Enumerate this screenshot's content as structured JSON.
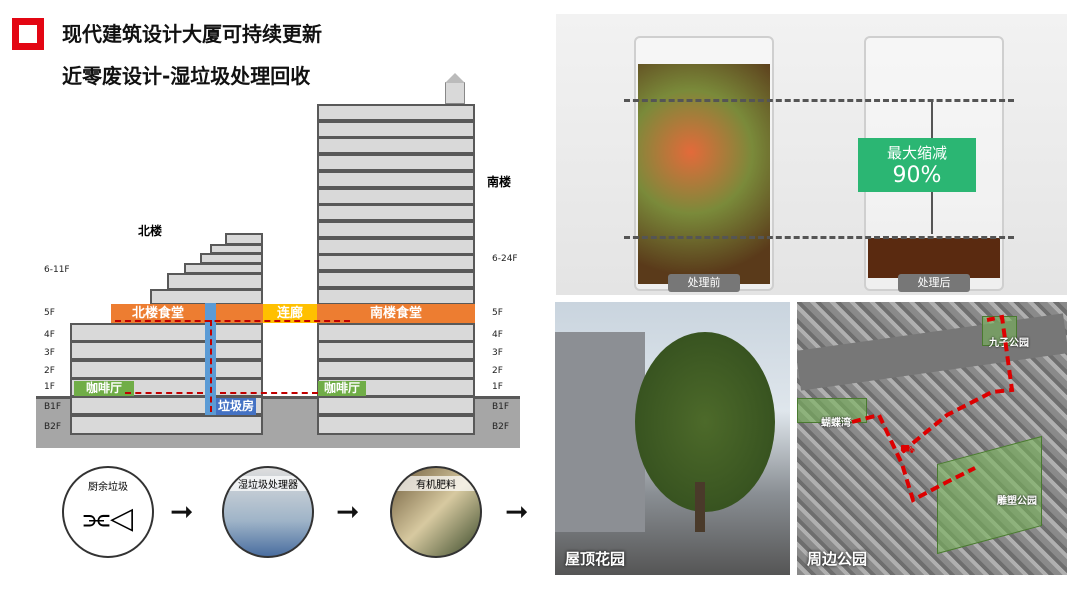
{
  "header": {
    "title": "现代建筑设计大厦可持续更新",
    "subtitle": "近零废设计-湿垃圾处理回收"
  },
  "diagram": {
    "north_building": "北楼",
    "south_building": "南楼",
    "north_upper_label": "6-11F",
    "south_upper_label": "6-24F",
    "floor_labels": [
      "5F",
      "4F",
      "3F",
      "2F",
      "1F",
      "B1F",
      "B2F"
    ],
    "north_canteen": "北楼食堂",
    "corridor": "连廊",
    "south_canteen": "南楼食堂",
    "cafe_north": "咖啡厅",
    "cafe_south": "咖啡厅",
    "garbage_room": "垃圾房"
  },
  "process": [
    {
      "label": "厨余垃圾"
    },
    {
      "label": "湿垃圾处理器"
    },
    {
      "label": "有机肥料"
    }
  ],
  "jar_photo": {
    "badge_line1": "最大缩减",
    "badge_line2": "90%",
    "before": "处理前",
    "after": "处理后"
  },
  "roof_photo": {
    "caption": "屋顶花园"
  },
  "map": {
    "caption": "周边公园",
    "parks": [
      "九子公园",
      "蝴蝶湾",
      "雕塑公园"
    ]
  },
  "colors": {
    "orange": "#ed7d31",
    "yellow": "#ffc000",
    "green": "#70ad47",
    "blue": "#5b9bd5",
    "red": "#c00000",
    "badge": "#2bb673"
  }
}
